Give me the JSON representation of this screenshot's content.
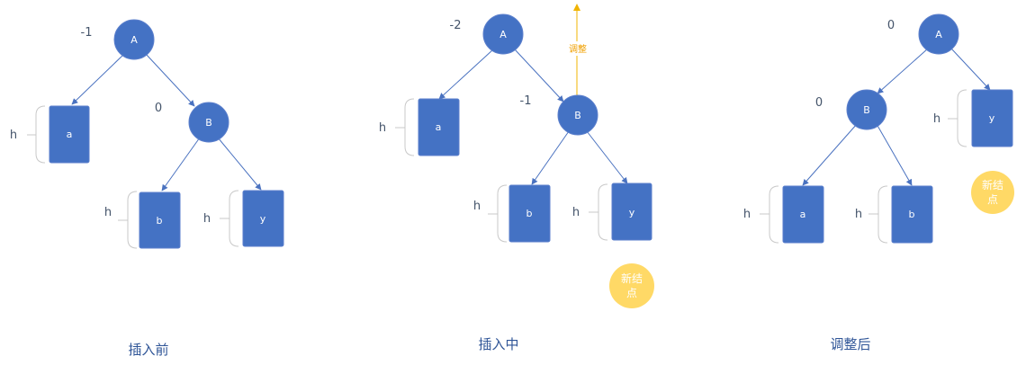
{
  "panels": {
    "before": {
      "caption": "插入前",
      "nodeA": {
        "label": "A",
        "balance": "-1"
      },
      "nodeB": {
        "label": "B",
        "balance": "0"
      },
      "subtrees": {
        "a": "a",
        "b": "b",
        "y": "y"
      },
      "height": "h"
    },
    "during": {
      "caption": "插入中",
      "nodeA": {
        "label": "A",
        "balance": "-2"
      },
      "nodeB": {
        "label": "B",
        "balance": "-1"
      },
      "subtrees": {
        "a": "a",
        "b": "b",
        "y": "y"
      },
      "height": "h",
      "adjust_label": "调整",
      "new_node": {
        "line1": "新结",
        "line2": "点"
      }
    },
    "after": {
      "caption": "调整后",
      "nodeA": {
        "label": "A",
        "balance": "0"
      },
      "nodeB": {
        "label": "B",
        "balance": "0"
      },
      "subtrees": {
        "a": "a",
        "b": "b",
        "y": "y"
      },
      "height": "h",
      "new_node": {
        "line1": "新结",
        "line2": "点"
      }
    }
  },
  "colors": {
    "node": "#4472c4",
    "new_node": "#ffd966",
    "adjust": "#f0b400",
    "caption": "#2f5597"
  }
}
